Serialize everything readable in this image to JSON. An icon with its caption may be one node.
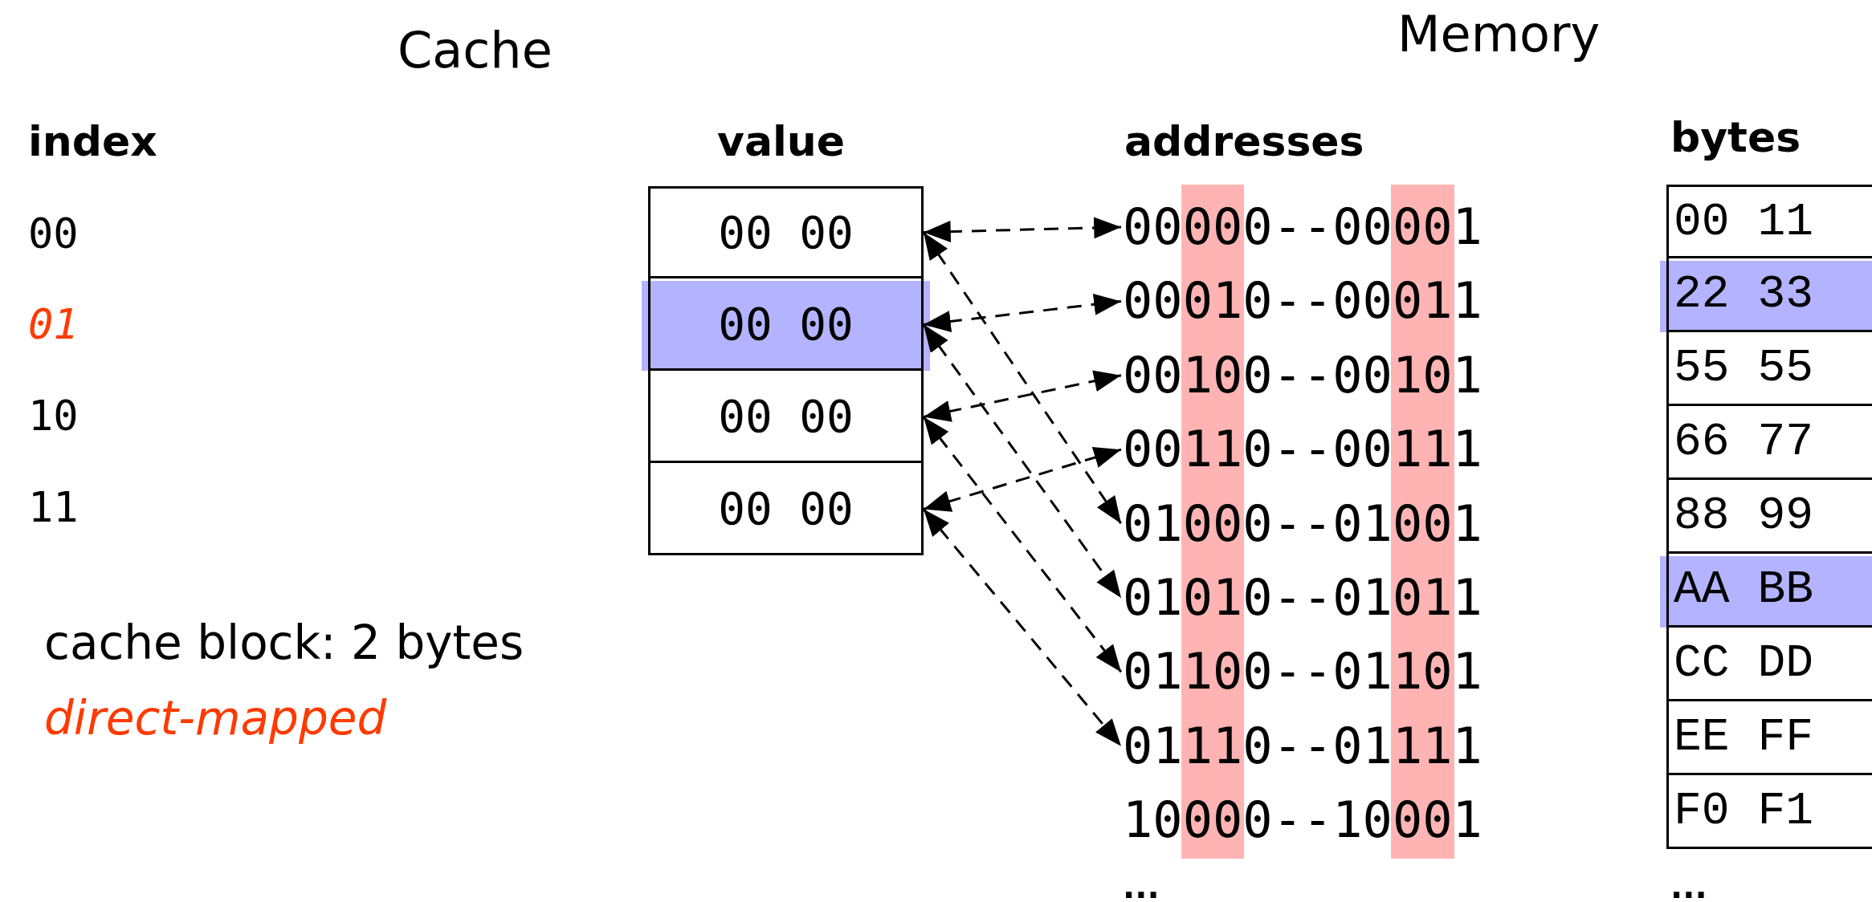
{
  "diagram": {
    "nodes": [
      {
        "text": [
          "00 00"
        ]
      },
      {
        "text": [
          "00 00"
        ]
      },
      {
        "text": [
          "00 00"
        ]
      },
      {
        "text": [
          "00 00"
        ]
      },
      {
        "text": [
          "00000--00001"
        ]
      },
      {
        "text": [
          "00010--00011"
        ]
      },
      {
        "text": [
          "00100--00101"
        ]
      },
      {
        "text": [
          "00110--00111"
        ]
      },
      {
        "text": [
          "01000--01001"
        ]
      },
      {
        "text": [
          "01010--01011"
        ]
      },
      {
        "text": [
          "01100--01101"
        ]
      },
      {
        "text": [
          "01110--01111"
        ]
      },
      {
        "text": [
          "10000--10001"
        ]
      },
      {
        "text": [
          "00 11"
        ]
      },
      {
        "text": [
          "22 33"
        ]
      },
      {
        "text": [
          "55 55"
        ]
      },
      {
        "text": [
          "66 77"
        ]
      },
      {
        "text": [
          "88 99"
        ]
      },
      {
        "text": [
          "AA BB"
        ]
      },
      {
        "text": [
          "CC DD"
        ]
      },
      {
        "text": [
          "EE FF"
        ]
      },
      {
        "text": [
          "F0 F1"
        ]
      }
    ],
    "edges": [
      {
        "from": 0,
        "to": 4,
        "arrow": "both",
        "style": "dashed"
      },
      {
        "from": 0,
        "to": 8,
        "arrow": "both",
        "style": "dashed"
      },
      {
        "from": 1,
        "to": 5,
        "arrow": "both",
        "style": "dashed"
      },
      {
        "from": 1,
        "to": 9,
        "arrow": "both",
        "style": "dashed"
      },
      {
        "from": 2,
        "to": 6,
        "arrow": "both",
        "style": "dashed"
      },
      {
        "from": 2,
        "to": 10,
        "arrow": "both",
        "style": "dashed"
      },
      {
        "from": 3,
        "to": 7,
        "arrow": "both",
        "style": "dashed"
      },
      {
        "from": 3,
        "to": 11,
        "arrow": "both",
        "style": "dashed"
      }
    ],
    "labels": [
      "Cache",
      "Memory",
      "index",
      "value",
      "addresses",
      "bytes",
      "00",
      "01",
      "10",
      "11",
      "cache block: 2 bytes",
      "direct-mapped",
      "...",
      "..."
    ]
  }
}
